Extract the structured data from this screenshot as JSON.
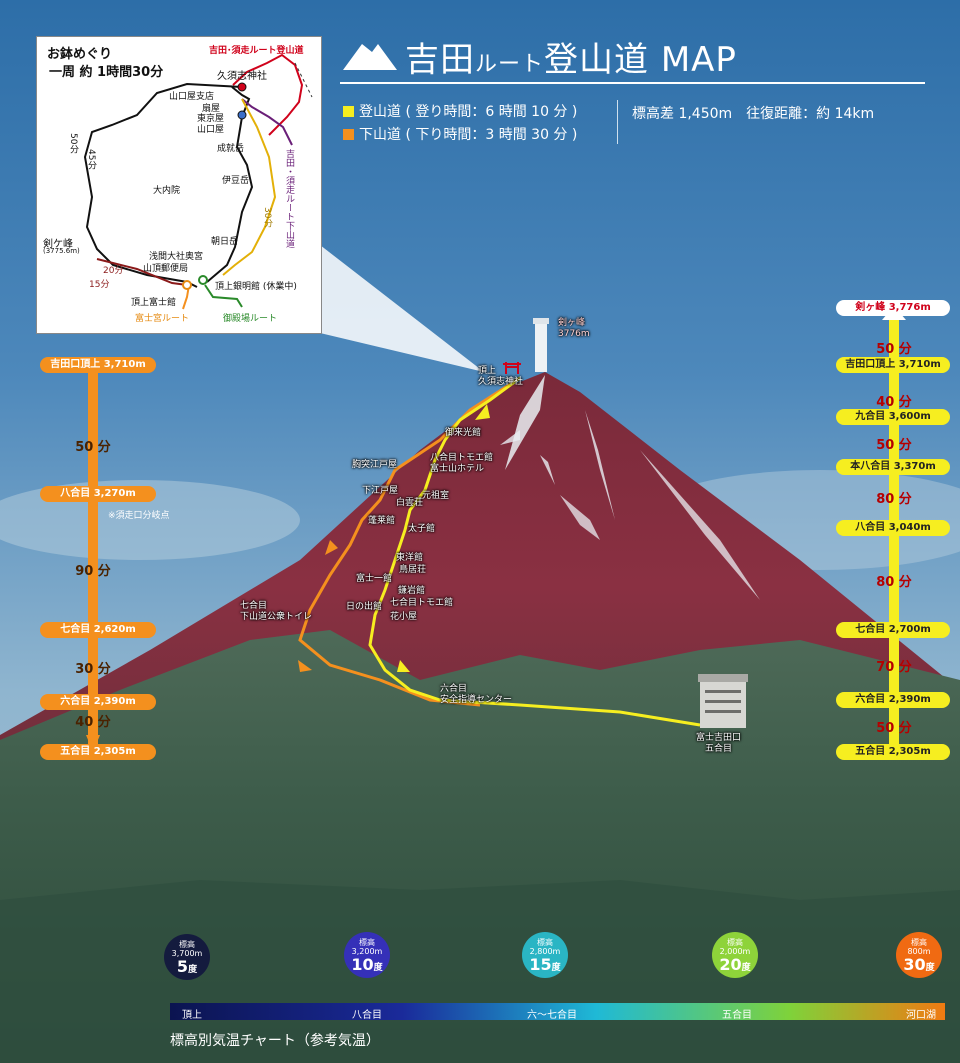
{
  "title": {
    "main": "吉田",
    "route": "ルート",
    "rest": "登山道 MAP"
  },
  "legend": {
    "ascent": "登山道 ( 登り時間：6 時間 10 分 )",
    "descent": "下山道 ( 下り時間：3 時間 30 分 )",
    "stats": "標高差 1,450m　往復距離：約 14km"
  },
  "colors": {
    "ascent": "#f6ee20",
    "descent": "#f4901e",
    "summit_red": "#d0021b"
  },
  "inset": {
    "title_line1": "お鉢めぐり",
    "title_line2": "一周 約 1時間30分",
    "route_title": "吉田･須走ルート登山道",
    "subashiri_down": "吉田・須走ルート下山道",
    "labels": {
      "kusushi": "久須志神社",
      "yamaguchiya_shiten": "山口屋支店",
      "ougiya": "扇屋",
      "tokyoya": "東京屋",
      "yamaguchiya": "山口屋",
      "jojugatake": "成就岳",
      "izudake": "伊豆岳",
      "asahidake": "朝日岳",
      "dainaiin": "大内院",
      "kengamine": "剣ケ峰",
      "kengamine_elev": "(3775.6m)",
      "sengen_okumiya": "浅間大社奥宮",
      "post": "山頂郵便局",
      "ginmeikan": "頂上銀明館 (休業中)",
      "fujikan": "頂上富士館",
      "fujinomiya": "富士宮ルート",
      "gotemba": "御殿場ルート",
      "t50": "50分",
      "t45": "45分",
      "t30": "30分",
      "t20": "20分",
      "t15": "15分"
    }
  },
  "descent_timeline": {
    "stops": [
      "吉田口頂上 3,710m",
      "八合目 3,270m",
      "七合目 2,620m",
      "六合目 2,390m",
      "五合目 2,305m"
    ],
    "durations": [
      "50 分",
      "90 分",
      "30 分",
      "40 分"
    ],
    "note": "※須走口分岐点"
  },
  "ascent_timeline": {
    "stops": [
      "剣ヶ峰 3,776m",
      "吉田口頂上 3,710m",
      "九合目 3,600m",
      "本八合目 3,370m",
      "八合目 3,040m",
      "七合目 2,700m",
      "六合目 2,390m",
      "五合目 2,305m"
    ],
    "durations": [
      "50 分",
      "40 分",
      "50 分",
      "80 分",
      "80 分",
      "70 分",
      "50 分"
    ]
  },
  "mountain": {
    "summit_label": "剣ヶ峰\n3776m",
    "top": "頂上\n久須志神社",
    "huts": [
      "御来光館",
      "八合目トモエ館\n富士山ホテル",
      "胸突江戸屋",
      "下江戸屋",
      "白雲荘",
      "元祖室",
      "蓬莱館",
      "太子館",
      "東洋館",
      "鳥居荘",
      "富士一館",
      "鎌岩館",
      "日の出館",
      "七合目トモエ館",
      "花小屋"
    ],
    "seventh_toilet": "七合目\n下山道公衆トイレ",
    "sixth_center": "六合目\n安全指導センター",
    "fifth": "富士吉田口\n五合目"
  },
  "temperature": {
    "title": "標高別気温チャート（参考気温）",
    "markers": [
      {
        "elev_label": "標高",
        "elev": "3,700m",
        "temp": "5",
        "unit": "度",
        "color": "#141b3e"
      },
      {
        "elev_label": "標高",
        "elev": "3,200m",
        "temp": "10",
        "unit": "度",
        "color": "#3530b8"
      },
      {
        "elev_label": "標高",
        "elev": "2,800m",
        "temp": "15",
        "unit": "度",
        "color": "#2ab5c4"
      },
      {
        "elev_label": "標高",
        "elev": "2,000m",
        "temp": "20",
        "unit": "度",
        "color": "#8ed33a"
      },
      {
        "elev_label": "標高",
        "elev": "800m",
        "temp": "30",
        "unit": "度",
        "color": "#f06a12"
      }
    ],
    "bar_labels": [
      "頂上",
      "八合目",
      "六〜七合目",
      "五合目",
      "河口湖"
    ]
  }
}
